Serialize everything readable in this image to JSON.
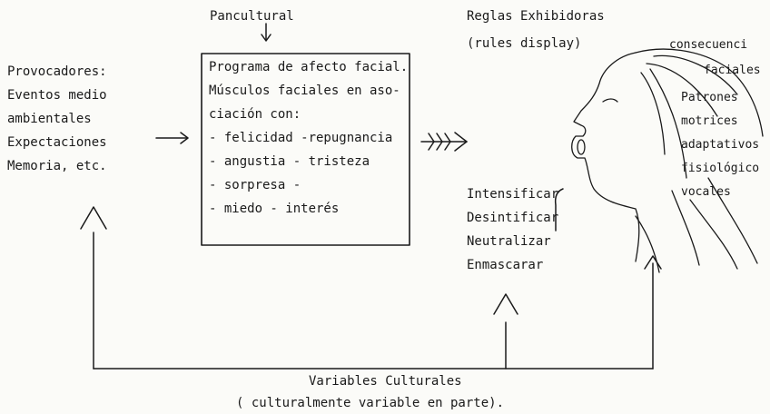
{
  "pancultural": "Pancultural",
  "reglas": {
    "title": "Reglas Exhibidoras",
    "subtitle": "(rules display)"
  },
  "provocadores": [
    "Provocadores:",
    "Eventos medio",
    "ambientales",
    "Expectaciones",
    "Memoria, etc."
  ],
  "programa": [
    "Programa de afecto facial.",
    "Músculos faciales en aso-",
    "ciación con:",
    "- felicidad -repugnancia",
    "- angustia - tristeza",
    "- sorpresa -",
    "- miedo    - interés"
  ],
  "acciones": [
    "Intensificar",
    "Desintificar",
    "Neutralizar",
    "Enmascarar"
  ],
  "consecuencias": [
    "consecuenci",
    "faciales"
  ],
  "patrones": [
    "Patrones",
    "motrices",
    "adaptativos",
    "fisiológico",
    "vocales"
  ],
  "variables": {
    "title": "Variables Culturales",
    "subtitle": "( culturalmente variable en parte)."
  }
}
